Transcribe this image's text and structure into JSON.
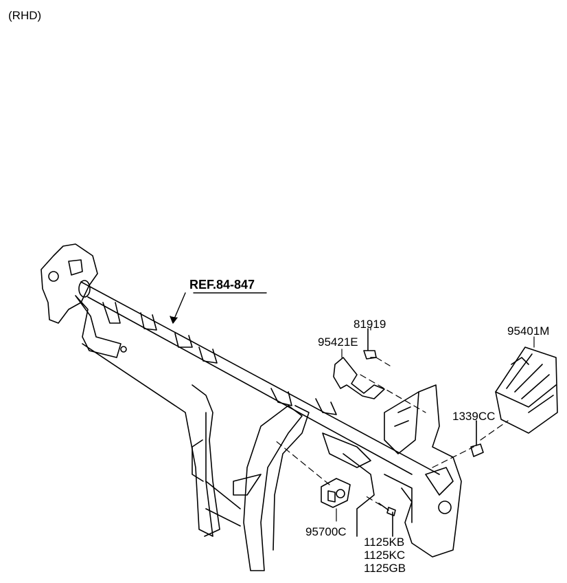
{
  "header": {
    "variant": "(RHD)"
  },
  "reference": {
    "text": "REF.84-847"
  },
  "parts": {
    "p81919": "81919",
    "p95421E": "95421E",
    "p95401M": "95401M",
    "p1339CC": "1339CC",
    "p95700C": "95700C",
    "p1125KB": "1125KB",
    "p1125KC": "1125KC",
    "p1125GB": "1125GB"
  }
}
